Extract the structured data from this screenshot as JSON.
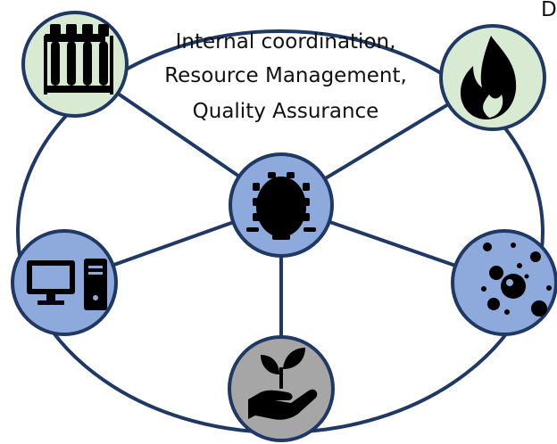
{
  "title_lines": [
    "Internal coordination,",
    "Resource Management,",
    "Quality Assurance"
  ],
  "corner_fragment": "D",
  "colors": {
    "stroke": "#1f3864",
    "fill_green": "#d9ead3",
    "fill_blue": "#8ea9db",
    "fill_gray": "#a6a6a6",
    "icon": "#000000"
  },
  "nodes": [
    {
      "name": "test-tubes-node",
      "icon": "test-tubes-icon",
      "fill": "green"
    },
    {
      "name": "flame-node",
      "icon": "flame-icon",
      "fill": "green"
    },
    {
      "name": "meeting-table-node",
      "icon": "meeting-table-icon",
      "fill": "blue"
    },
    {
      "name": "computer-node",
      "icon": "computer-icon",
      "fill": "blue"
    },
    {
      "name": "particles-node",
      "icon": "particles-icon",
      "fill": "blue"
    },
    {
      "name": "plant-in-hand-node",
      "icon": "plant-in-hand-icon",
      "fill": "gray"
    }
  ]
}
